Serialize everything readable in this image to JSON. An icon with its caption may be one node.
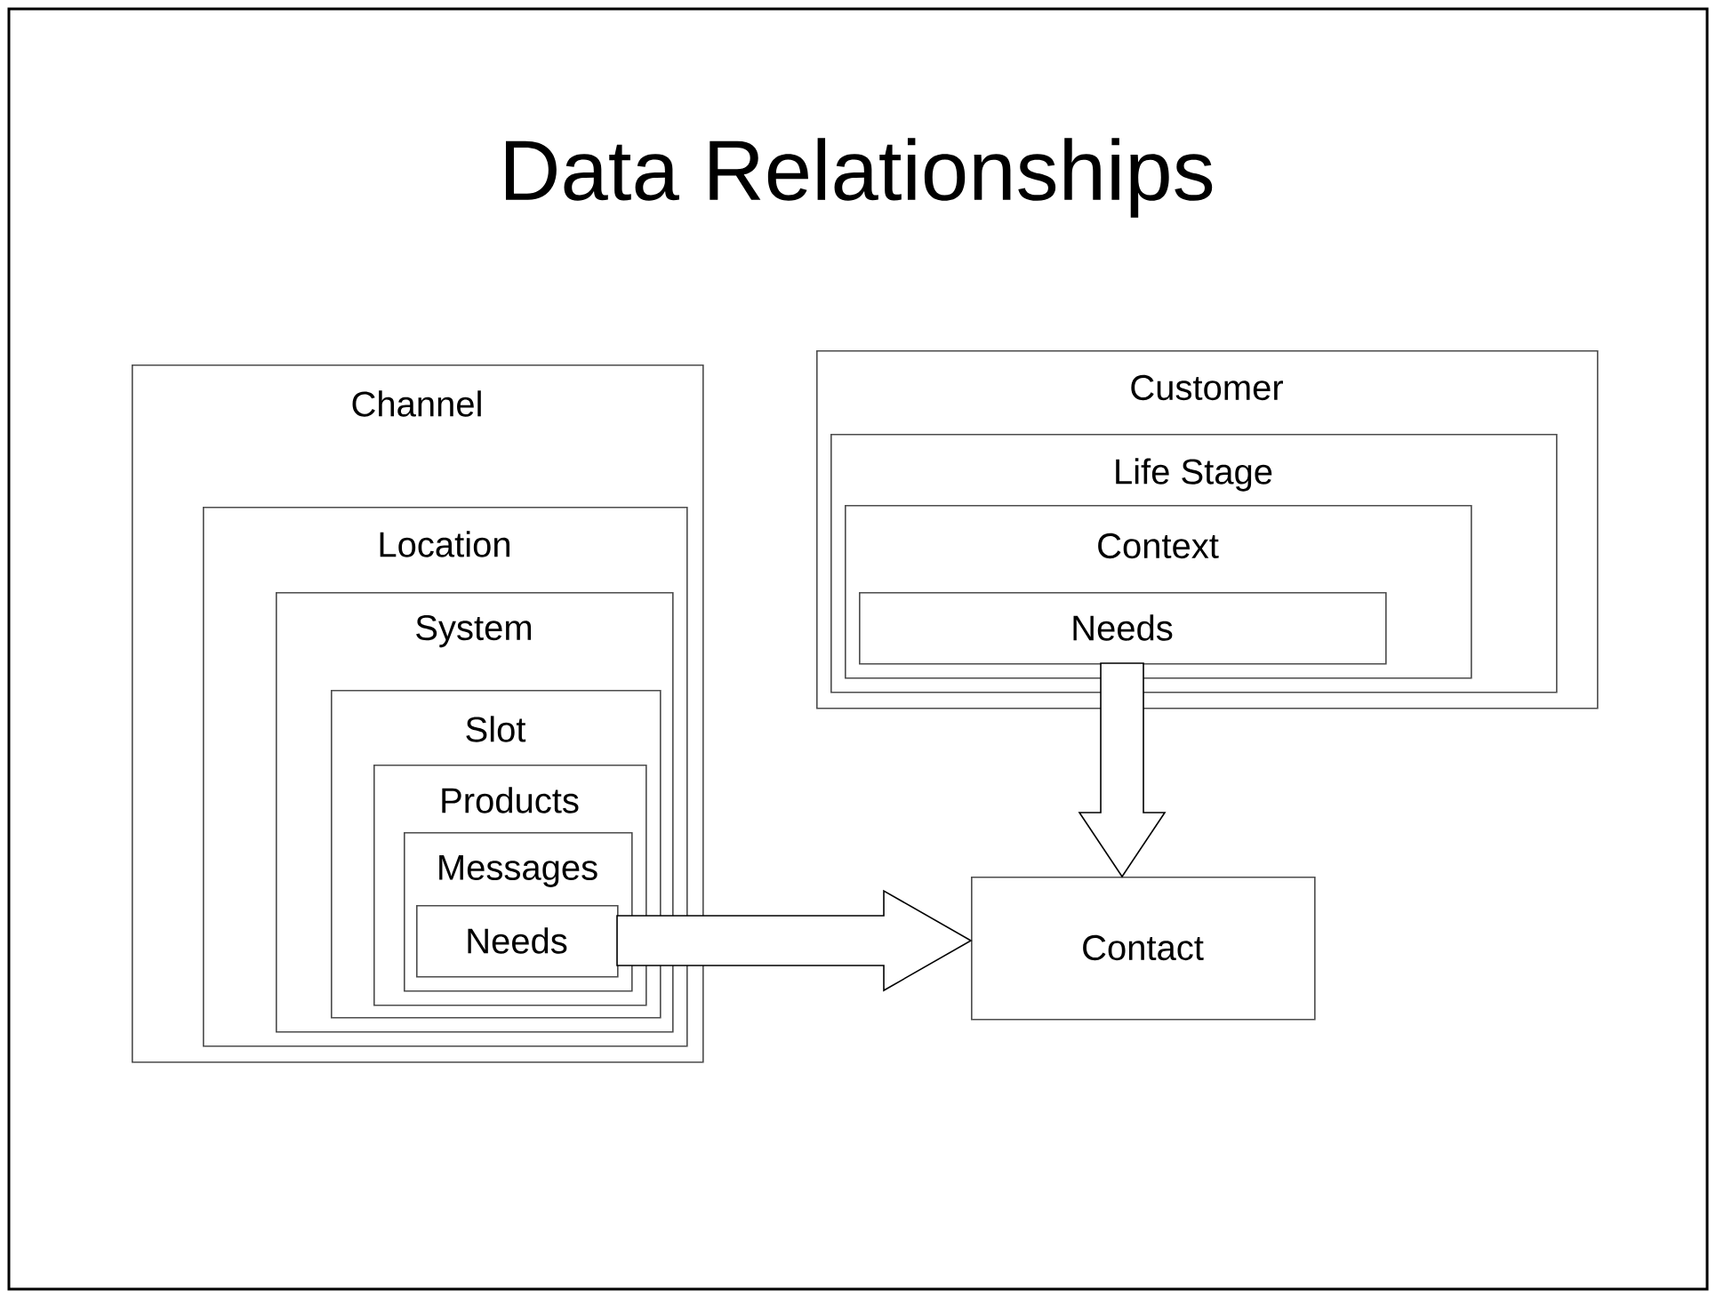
{
  "diagram": {
    "title": "Data Relationships",
    "nodes": [
      {
        "text": [
          "Channel"
        ]
      },
      {
        "text": [
          "Location"
        ],
        "in": 0
      },
      {
        "text": [
          "System"
        ],
        "in": 1
      },
      {
        "text": [
          "Slot"
        ],
        "in": 2
      },
      {
        "text": [
          "Products"
        ],
        "in": 3
      },
      {
        "text": [
          "Messages"
        ],
        "in": 4
      },
      {
        "text": [
          "Needs"
        ],
        "in": 5
      },
      {
        "text": [
          "Customer"
        ]
      },
      {
        "text": [
          "Life Stage"
        ],
        "in": 7
      },
      {
        "text": [
          "Context"
        ],
        "in": 8
      },
      {
        "text": [
          "Needs"
        ],
        "in": 9
      },
      {
        "text": [
          "Contact"
        ]
      }
    ],
    "edges": [
      {
        "from": 6,
        "to": 11,
        "arrow": "to"
      },
      {
        "from": 10,
        "to": 11,
        "arrow": "to"
      }
    ]
  }
}
